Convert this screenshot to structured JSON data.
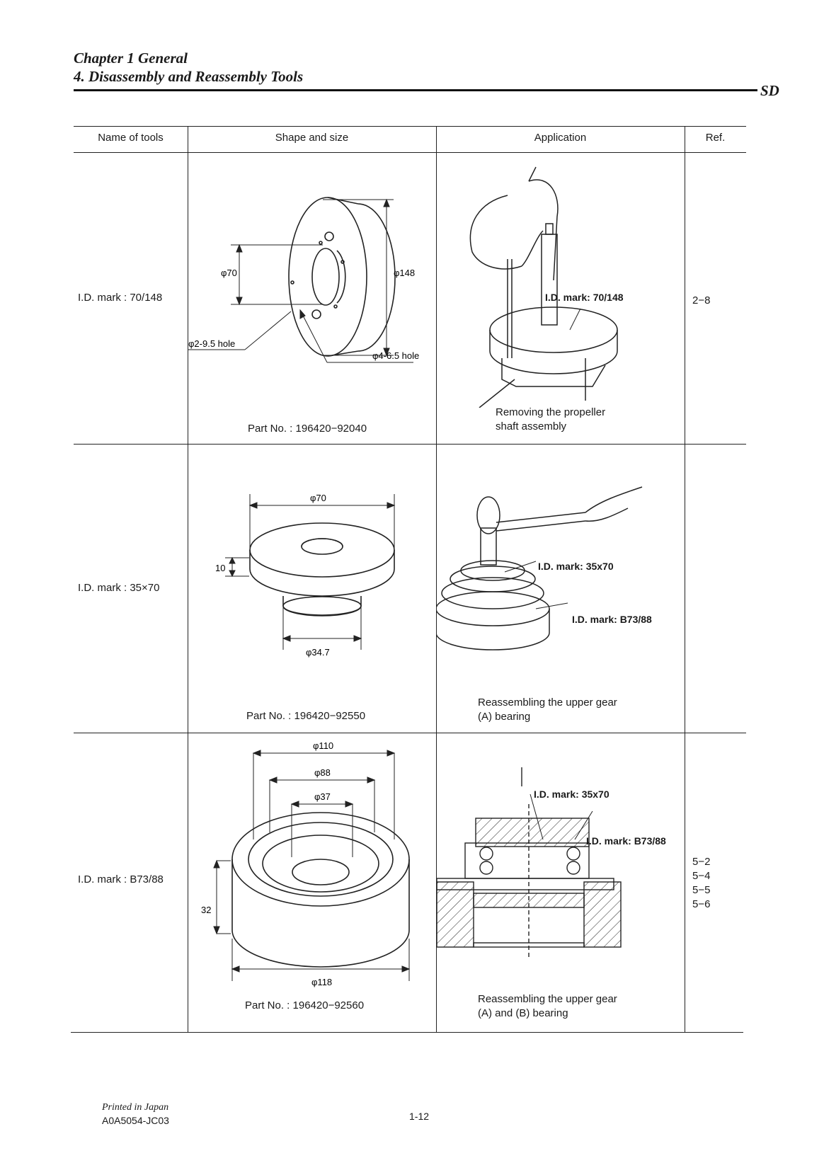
{
  "header": {
    "chapter": "Chapter 1 General",
    "section": "4. Disassembly and Reassembly Tools",
    "model": "SD"
  },
  "table": {
    "columns": [
      "Name of tools",
      "Shape and size",
      "Application",
      "Ref."
    ],
    "rows": [
      {
        "name": "I.D. mark : 70/148",
        "dims": [
          "φ70",
          "φ148",
          "φ2-9.5 hole",
          "φ4-6.5 hole"
        ],
        "part_no": "Part No. : 196420−92040",
        "app_label": "I.D. mark: 70/148",
        "app_caption": [
          "Removing the propeller",
          "shaft assembly"
        ],
        "ref": [
          "2−8"
        ]
      },
      {
        "name": "I.D. mark : 35×70",
        "dims": [
          "φ70",
          "10",
          "φ34.7"
        ],
        "part_no": "Part No. : 196420−92550",
        "app_labels": [
          "I.D. mark: 35x70",
          "I.D. mark: B73/88"
        ],
        "app_caption": [
          "Reassembling the upper gear",
          "(A) bearing"
        ],
        "ref": []
      },
      {
        "name": "I.D. mark : B73/88",
        "dims": [
          "φ110",
          "φ88",
          "φ37",
          "32",
          "φ118"
        ],
        "part_no": "Part No. : 196420−92560",
        "app_labels": [
          "I.D. mark: 35x70",
          "I.D. mark: B73/88"
        ],
        "app_caption": [
          "Reassembling the upper gear",
          "(A) and (B) bearing"
        ],
        "ref": [
          "5−2",
          "5−4",
          "5−5",
          "5−6"
        ]
      }
    ]
  },
  "footer": {
    "printed": "Printed in Japan",
    "code": "A0A5054-JC03",
    "page": "1-12"
  }
}
